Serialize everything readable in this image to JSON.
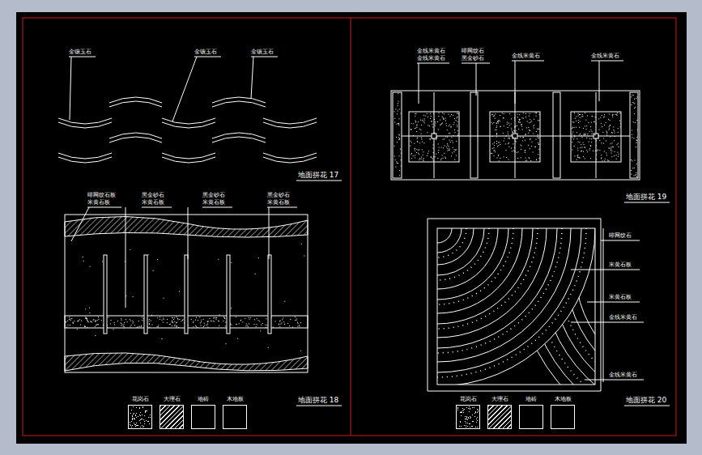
{
  "diagram": {
    "labels": [
      "金镶玉石",
      "金镶玉石",
      "金镶玉石",
      "地面拼花 17",
      "啡网纹石板",
      "米黄石板",
      "黑金砂石",
      "米黄石板",
      "黑金砂石",
      "米黄石板",
      "黑金砂石",
      "米黄石板",
      "地面拼花 18",
      "金线米黄石",
      "金线米黄石",
      "啡网纹石",
      "黑金砂石",
      "金线米黄石",
      "金线米黄石",
      "地面拼花 19",
      "啡网纹石",
      "米黄石板",
      "米黄石板",
      "金线米黄石",
      "金线米黄石",
      "地面拼花 20"
    ],
    "legend": [
      {
        "text": "花岗石"
      },
      {
        "text": "大理石"
      },
      {
        "text": "地砖"
      },
      {
        "text": "木地板"
      },
      {
        "text": "花岗石"
      },
      {
        "text": "大理石"
      },
      {
        "text": "地砖"
      },
      {
        "text": "木地板"
      }
    ]
  }
}
